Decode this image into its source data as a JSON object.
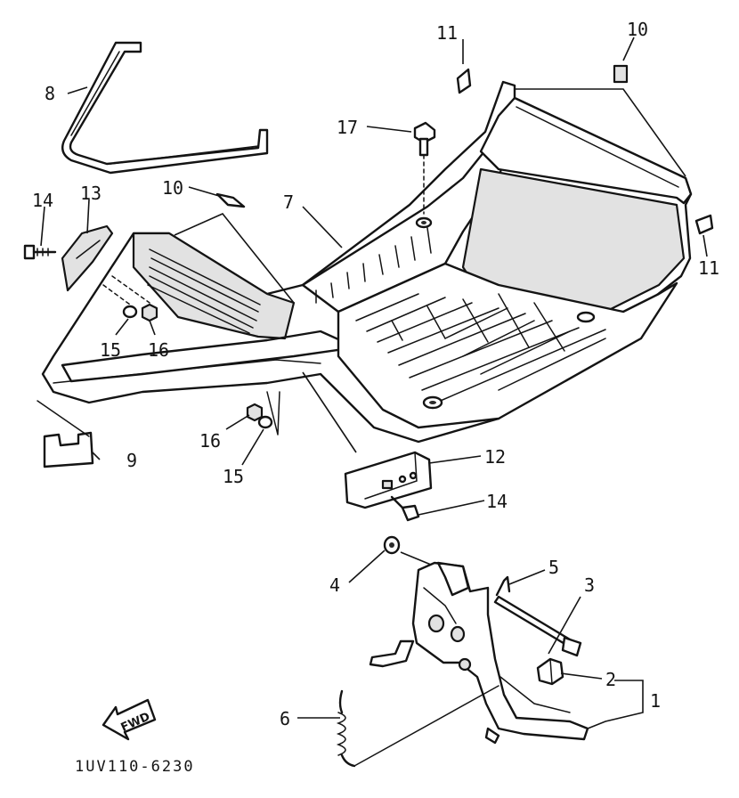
{
  "callouts": {
    "p1": "1",
    "p2": "2",
    "p3": "3",
    "p4": "4",
    "p5": "5",
    "p6": "6",
    "p7": "7",
    "p8": "8",
    "p9": "9",
    "p10a": "10",
    "p10b": "10",
    "p11a": "11",
    "p11b": "11",
    "p12": "12",
    "p13": "13",
    "p14a": "14",
    "p14b": "14",
    "p15a": "15",
    "p15b": "15",
    "p16a": "16",
    "p16b": "16",
    "p17": "17"
  },
  "direction_label": "FWD",
  "diagram_code": "1UV110-6230"
}
